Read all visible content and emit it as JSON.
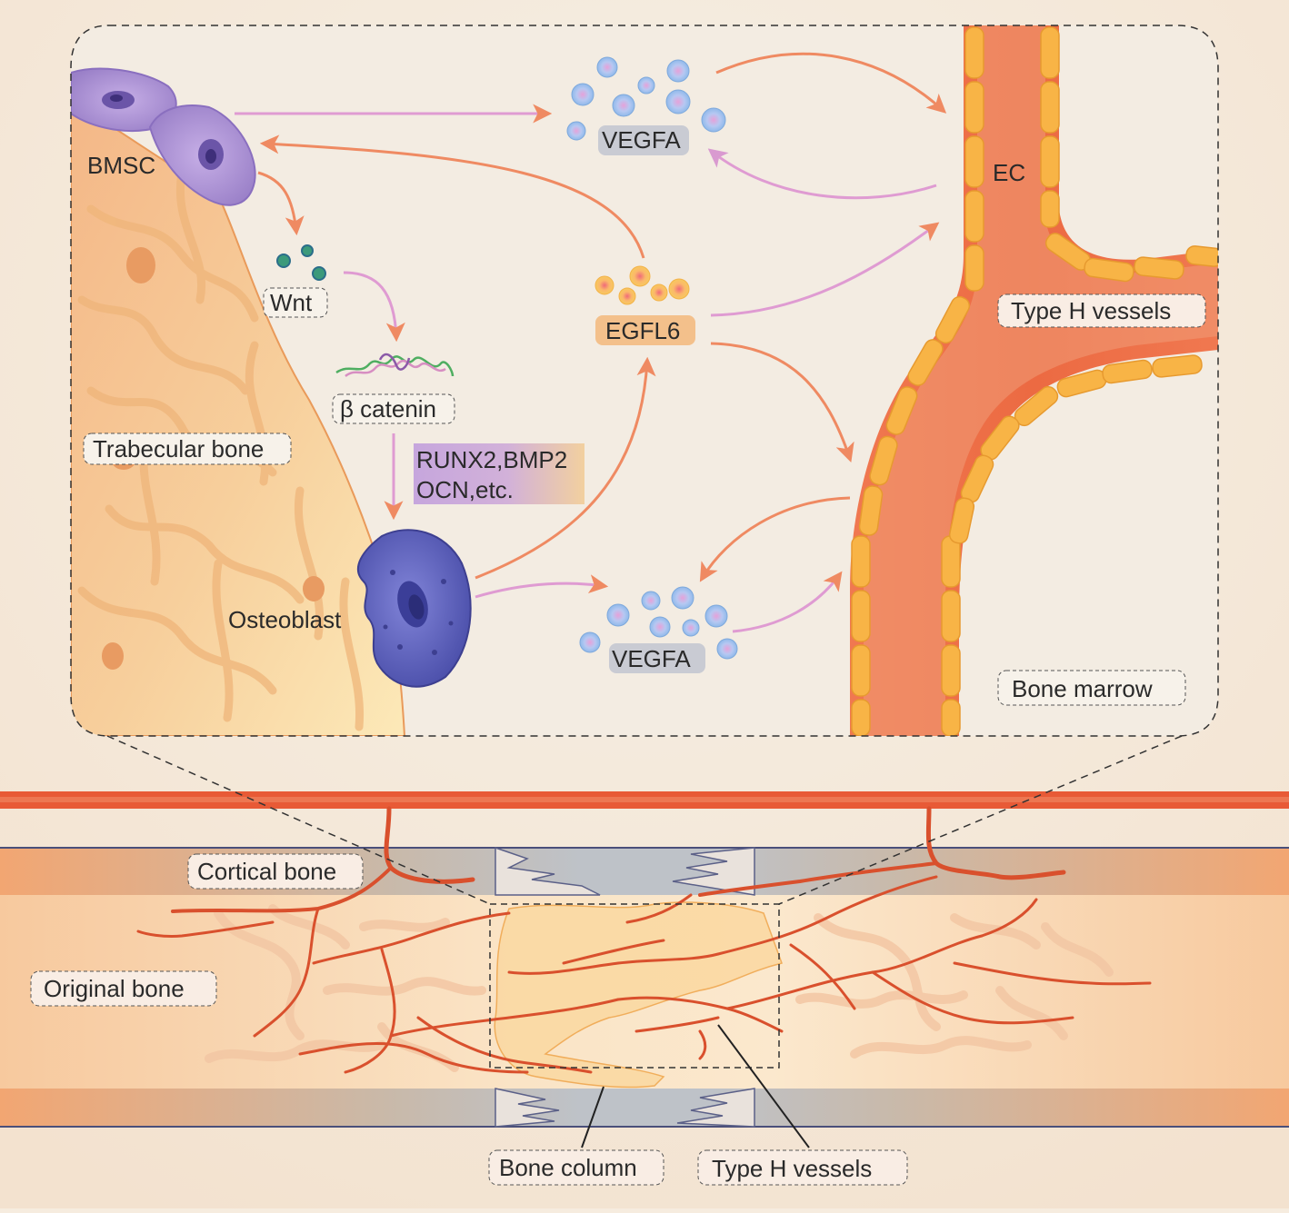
{
  "zoom_panel": {
    "bmsc": "BMSC",
    "wnt": "Wnt",
    "beta_catenin": "β catenin",
    "trabecular_bone": "Trabecular bone",
    "osteoblast": "Osteoblast",
    "targets_line1": "RUNX2,BMP2",
    "targets_line2": "OCN,etc.",
    "vegfa_top": "VEGFA",
    "egfl6": "EGFL6",
    "vegfa_bottom": "VEGFA",
    "ec": "EC",
    "type_h_vessels": "Type H vessels",
    "bone_marrow": "Bone marrow"
  },
  "bone_section": {
    "cortical_bone": "Cortical bone",
    "original_bone": "Original bone",
    "bone_column": "Bone column",
    "type_h_vessels": "Type H vessels"
  },
  "colors": {
    "vessel": "#e8613d",
    "vessel_dark": "#d8532f",
    "endothelial_cell": "#f7b648",
    "bmsc": "#a98fd1",
    "osteoblast": "#5a5fb6",
    "vegfa_particle": "#a9cdef",
    "egfl6_particle": "#fbc95c",
    "arrow_orange": "#ef8860",
    "arrow_pink": "#d995c9",
    "trabecular": "#f4c893",
    "cortical_grey": "#bec2c8"
  }
}
